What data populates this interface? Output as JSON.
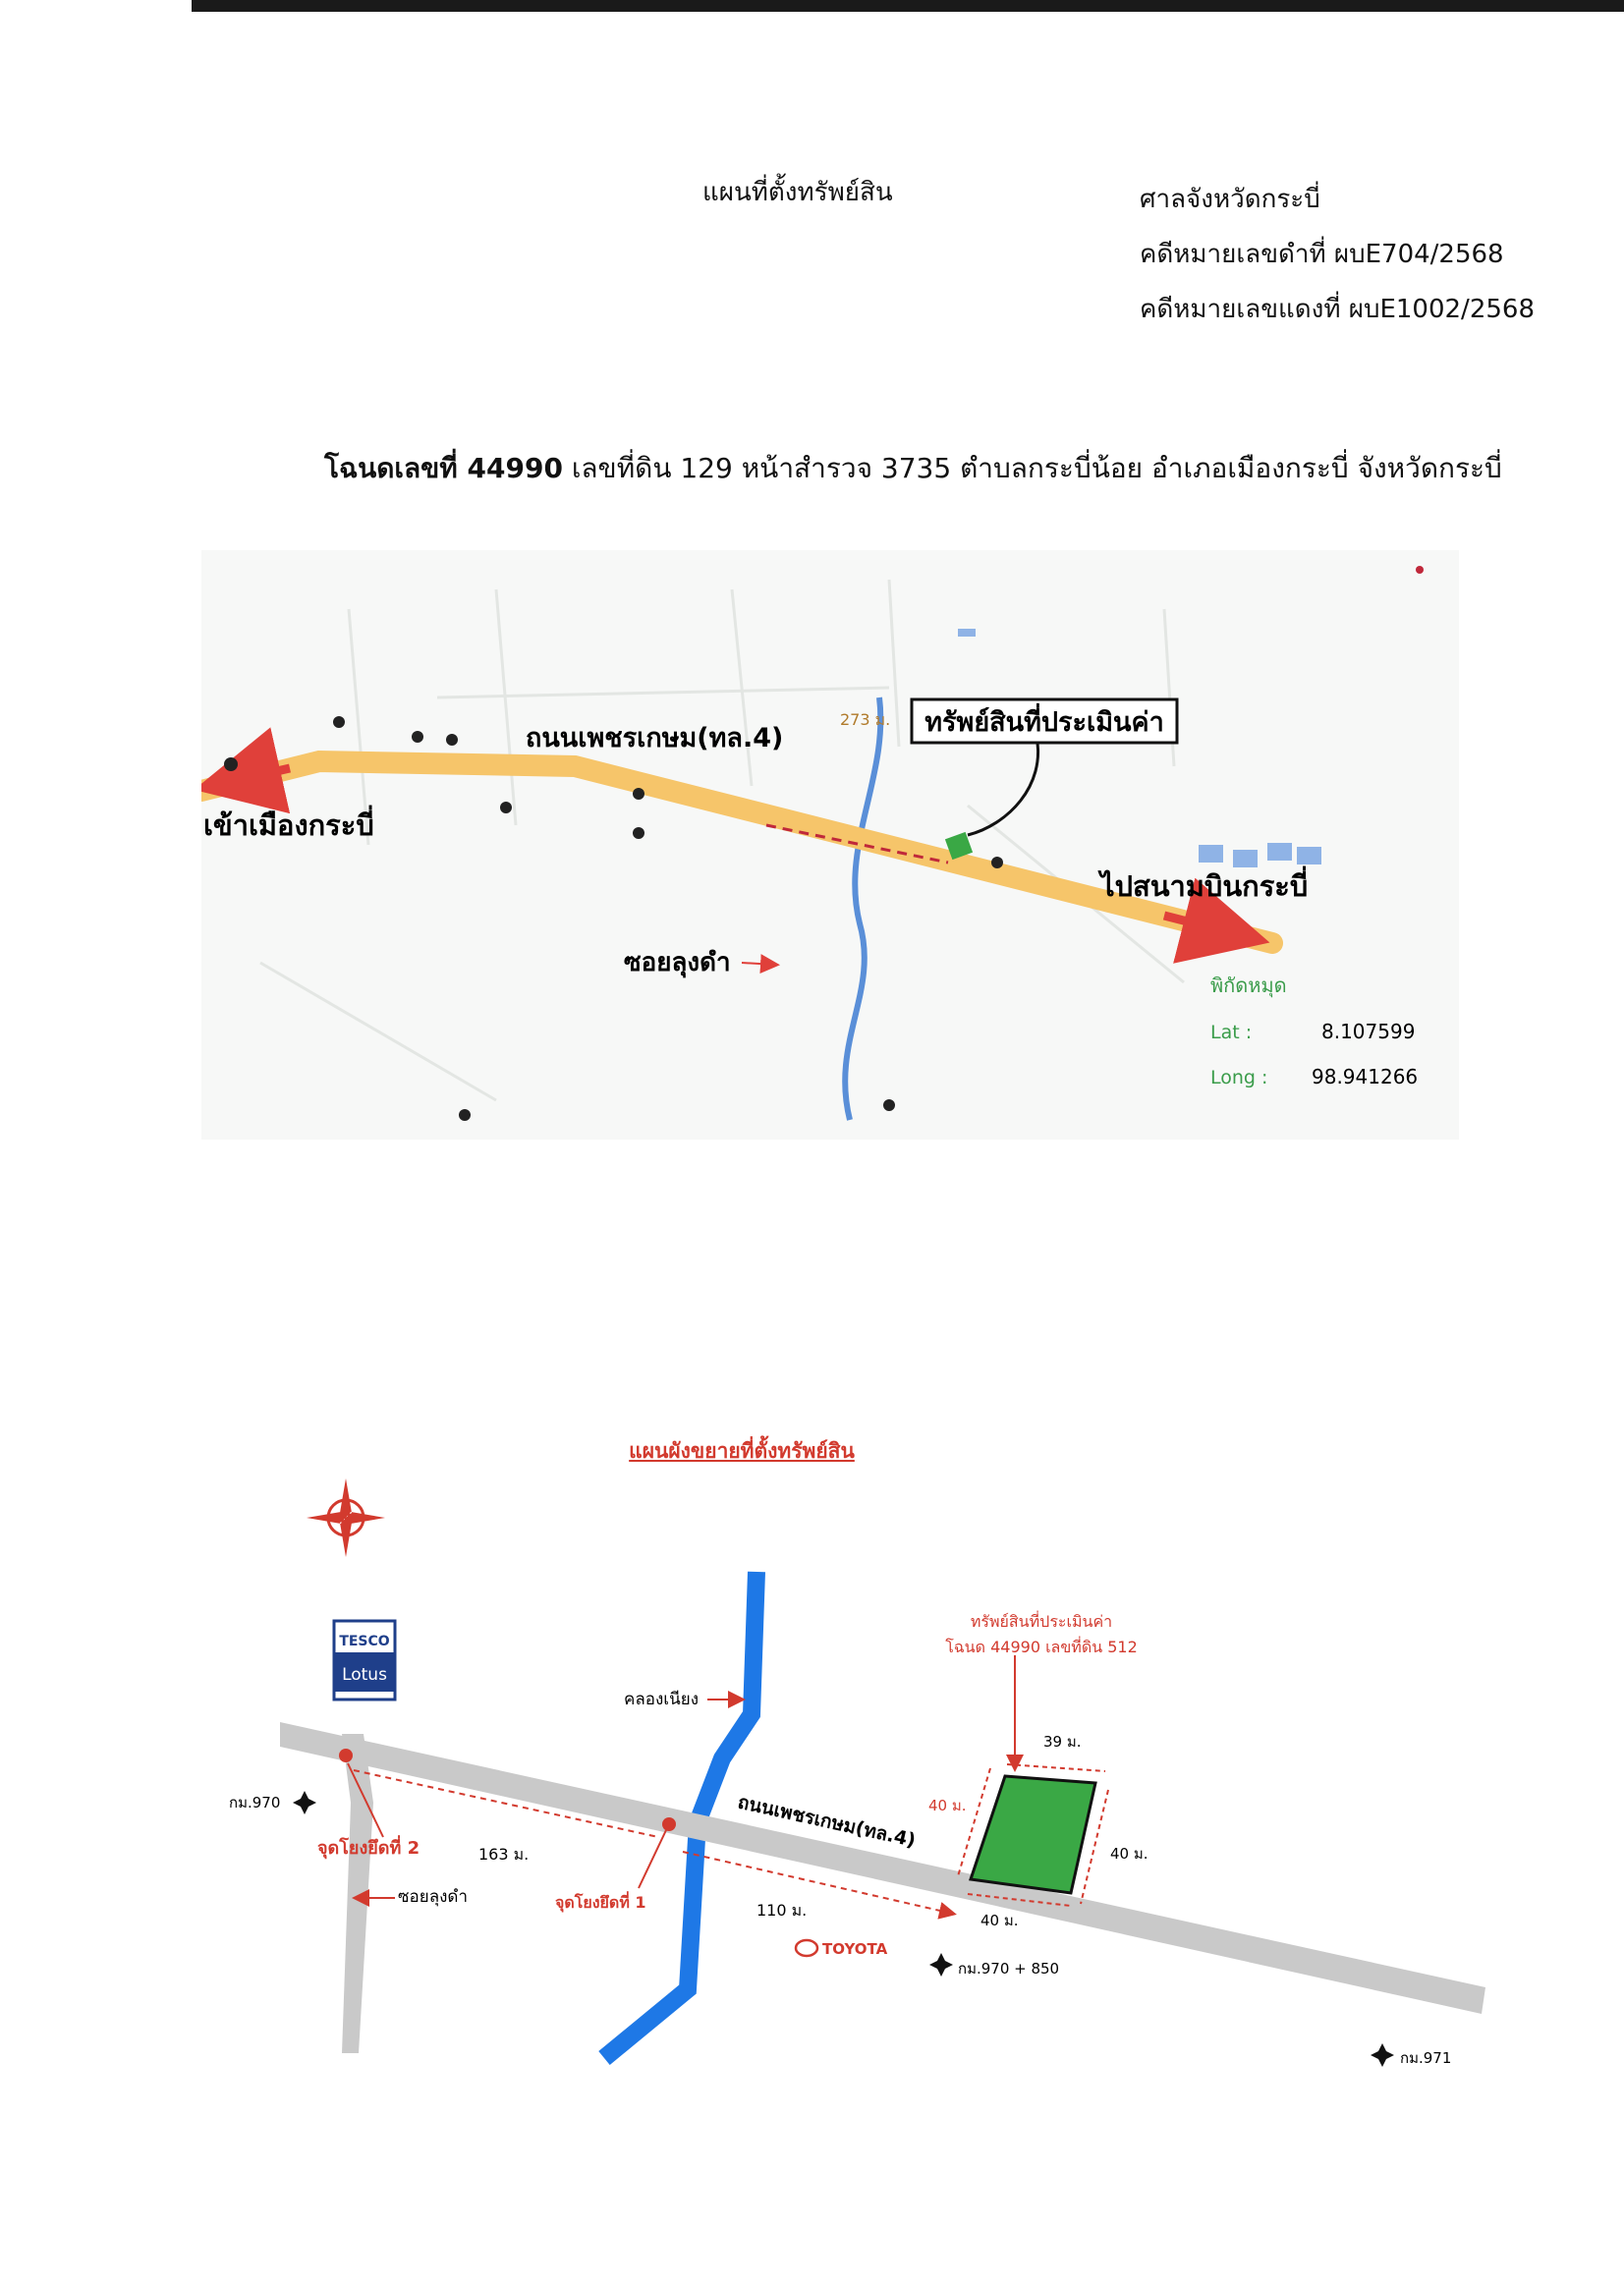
{
  "header": {
    "map_title": "แผนที่ตั้งทรัพย์สิน",
    "court": "ศาลจังหวัดกระบี่",
    "black_case": "คดีหมายเลขดำที่  ผบE704/2568",
    "red_case": "คดีหมายเลขแดงที่ ผบE1002/2568"
  },
  "deed": {
    "prefix": "โฉนดเลขที่ 44990",
    "details": " เลขที่ดิน 129 หน้าสำรวจ 3735 ตำบลกระบี่น้อย อำเภอเมืองกระบี่  จังหวัดกระบี่"
  },
  "map1": {
    "property_label": "ทรัพย์สินที่ประเมินค่า",
    "road_label": "ถนนเพชรเกษม(ทล.4)",
    "to_city": "เข้าเมืองกระบี่",
    "to_airport": "ไปสนามบินกระบี่",
    "soi": "ซอยลุงดำ",
    "distance": "273 ม.",
    "coords_title": "พิกัดหมุด",
    "lat_label": "Lat :",
    "lat_value": "8.107599",
    "long_label": "Long :",
    "long_value": "98.941266"
  },
  "map2": {
    "title": "แผนผังขยายที่ตั้งทรัพย์สิน",
    "compass": "N",
    "tesco": "TESCO",
    "lotus": "Lotus",
    "canal": "คลองเนียง",
    "road": "ถนนเพชรเกษม(ทล.4)",
    "soi": "ซอยลุงดำ",
    "property_line1": "ทรัพย์สินที่ประเมินค่า",
    "property_line2": "โฉนด 44990 เลขที่ดิน 512",
    "dim_top": "39 ม.",
    "dim_left": "40 ม.",
    "dim_right": "40 ม.",
    "dim_bottom": "40 ม.",
    "dist_163": "163 ม.",
    "dist_110": "110 ม.",
    "ref2": "จุดโยงยึดที่ 2",
    "ref1": "จุดโยงยึดที่ 1",
    "toyota": "TOYOTA",
    "km970": "กม.970",
    "km970_850": "กม.970 + 850",
    "km971": "กม.971"
  },
  "colors": {
    "road_orange": "#f6c56a",
    "arrow_red": "#e0403a",
    "river_blue": "#1e78e6",
    "plot_green": "#3aa845",
    "road_gray": "#c9c9c9",
    "label_red": "#d23a2e"
  }
}
